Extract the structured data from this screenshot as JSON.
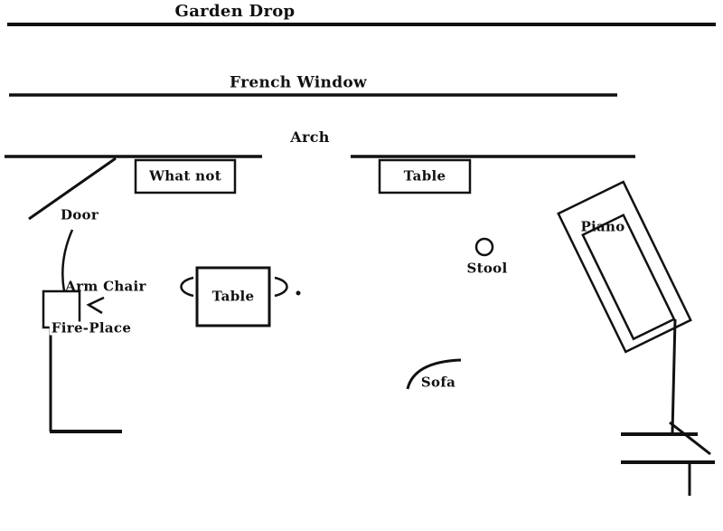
{
  "diagram": {
    "ink_color": "#111111",
    "background_color": "#ffffff",
    "labels": {
      "garden_drop": "Garden Drop",
      "french_window": "French Window",
      "arch": "Arch",
      "what_not": "What not",
      "table_top": "Table",
      "door": "Door",
      "arm_chair": "Arm Chair",
      "fire_place": "Fire-Place",
      "table_center": "Table",
      "stool": "Stool",
      "piano": "Piano",
      "sofa": "Sofa"
    }
  }
}
